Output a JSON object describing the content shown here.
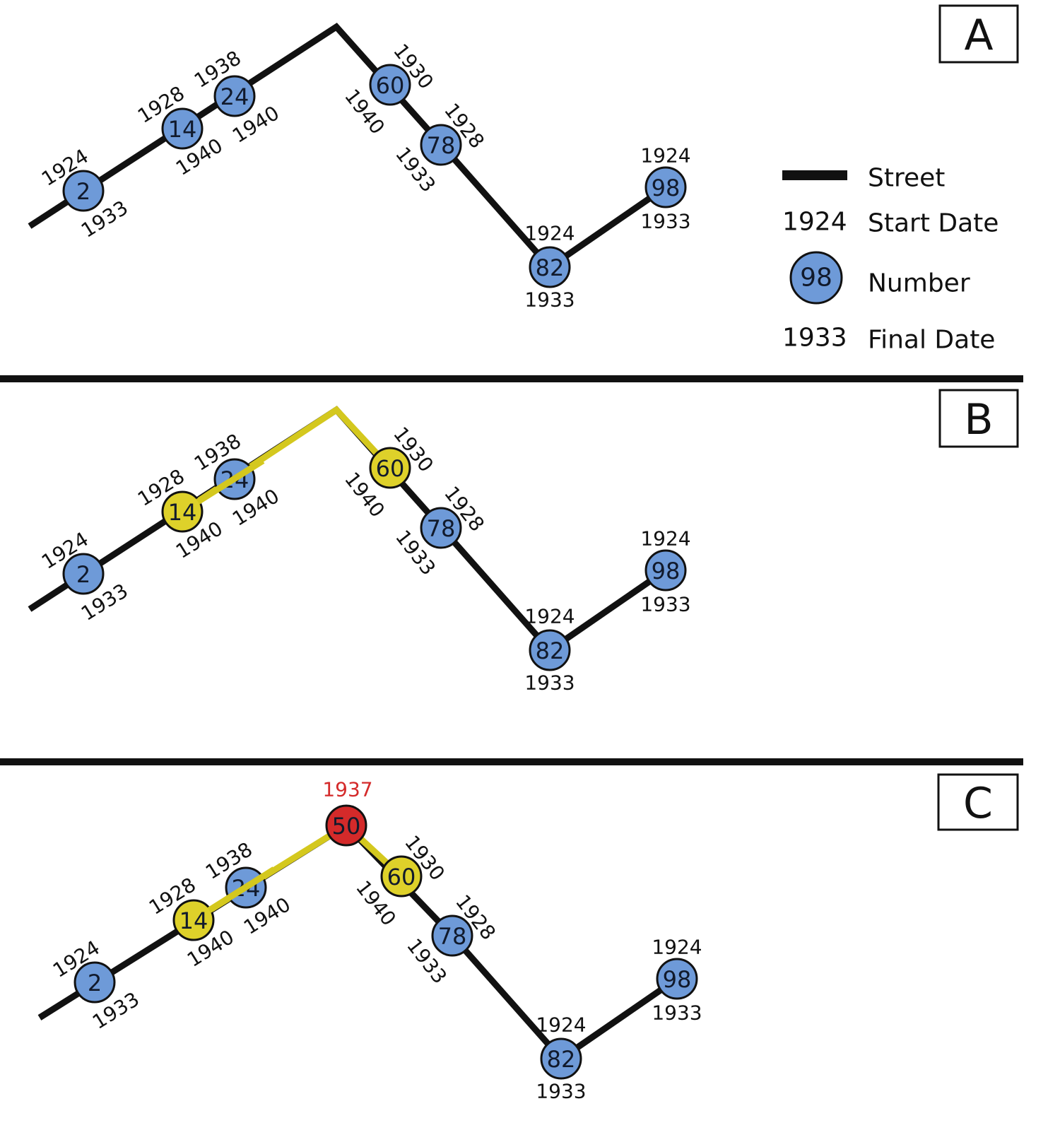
{
  "colors": {
    "street": "#111111",
    "highlight_street": "#d4c81e",
    "node_default": "#6e9ad8",
    "node_highlight": "#ded12a",
    "node_new": "#d42a2a",
    "new_date_text": "#d42a2a"
  },
  "legend": {
    "street_label": "Street",
    "start_date_sample": "1924",
    "start_date_label": "Start Date",
    "number_sample": "98",
    "number_label": "Number",
    "final_date_sample": "1933",
    "final_date_label": "Final Date"
  },
  "panels": [
    {
      "letter": "A",
      "nodes": [
        {
          "number": "2",
          "start": "1924",
          "final": "1933",
          "state": "default"
        },
        {
          "number": "14",
          "start": "1928",
          "final": "1940",
          "state": "default"
        },
        {
          "number": "24",
          "start": "1938",
          "final": "1940",
          "state": "default"
        },
        {
          "number": "60",
          "start": "1930",
          "final": "1940",
          "state": "default"
        },
        {
          "number": "78",
          "start": "1928",
          "final": "1933",
          "state": "default"
        },
        {
          "number": "82",
          "start": "1924",
          "final": "1933",
          "state": "default"
        },
        {
          "number": "98",
          "start": "1924",
          "final": "1933",
          "state": "default"
        }
      ]
    },
    {
      "letter": "B",
      "nodes": [
        {
          "number": "2",
          "start": "1924",
          "final": "1933",
          "state": "default"
        },
        {
          "number": "14",
          "start": "1928",
          "final": "1940",
          "state": "highlight"
        },
        {
          "number": "24",
          "start": "1938",
          "final": "1940",
          "state": "default"
        },
        {
          "number": "60",
          "start": "1930",
          "final": "1940",
          "state": "highlight"
        },
        {
          "number": "78",
          "start": "1928",
          "final": "1933",
          "state": "default"
        },
        {
          "number": "82",
          "start": "1924",
          "final": "1933",
          "state": "default"
        },
        {
          "number": "98",
          "start": "1924",
          "final": "1933",
          "state": "default"
        }
      ]
    },
    {
      "letter": "C",
      "nodes": [
        {
          "number": "2",
          "start": "1924",
          "final": "1933",
          "state": "default"
        },
        {
          "number": "14",
          "start": "1928",
          "final": "1940",
          "state": "highlight"
        },
        {
          "number": "24",
          "start": "1938",
          "final": "1940",
          "state": "default"
        },
        {
          "number": "50",
          "start": "1937",
          "final": "",
          "state": "new"
        },
        {
          "number": "60",
          "start": "1930",
          "final": "1940",
          "state": "highlight"
        },
        {
          "number": "78",
          "start": "1928",
          "final": "1933",
          "state": "default"
        },
        {
          "number": "82",
          "start": "1924",
          "final": "1933",
          "state": "default"
        },
        {
          "number": "98",
          "start": "1924",
          "final": "1933",
          "state": "default"
        }
      ]
    }
  ]
}
